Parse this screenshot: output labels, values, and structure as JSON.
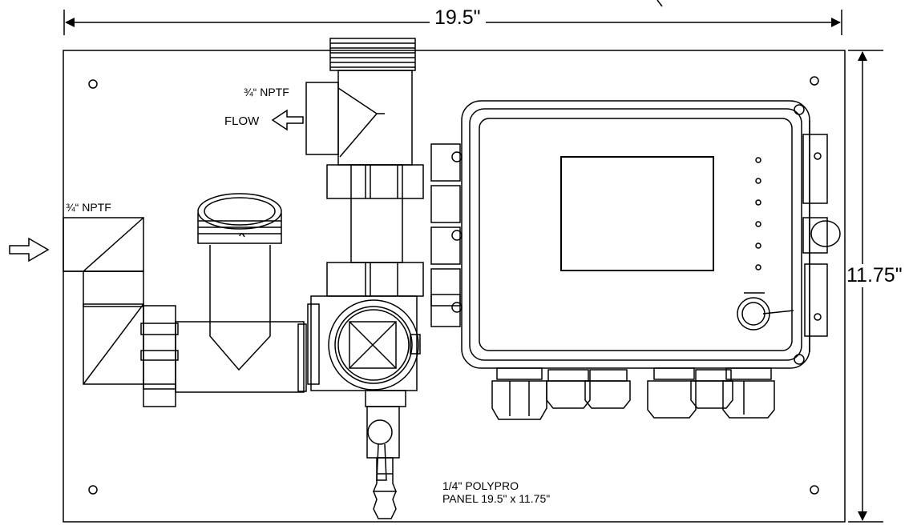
{
  "dimensions": {
    "width": "19.5\"",
    "height": "11.75\""
  },
  "labels": {
    "outlet_fitting": "¾“ NPTF",
    "flow": "FLOW",
    "inlet_fitting": "¾“ NPTF"
  },
  "note": {
    "line1": "1/4\" POLYPRO",
    "line2": "PANEL 19.5\" x 11.75\""
  },
  "colors": {
    "line": "#000000",
    "panel": "#ffffff"
  },
  "icons": {
    "flow_arrow": "hollow-left-arrow",
    "inlet_arrow": "hollow-right-arrow"
  }
}
